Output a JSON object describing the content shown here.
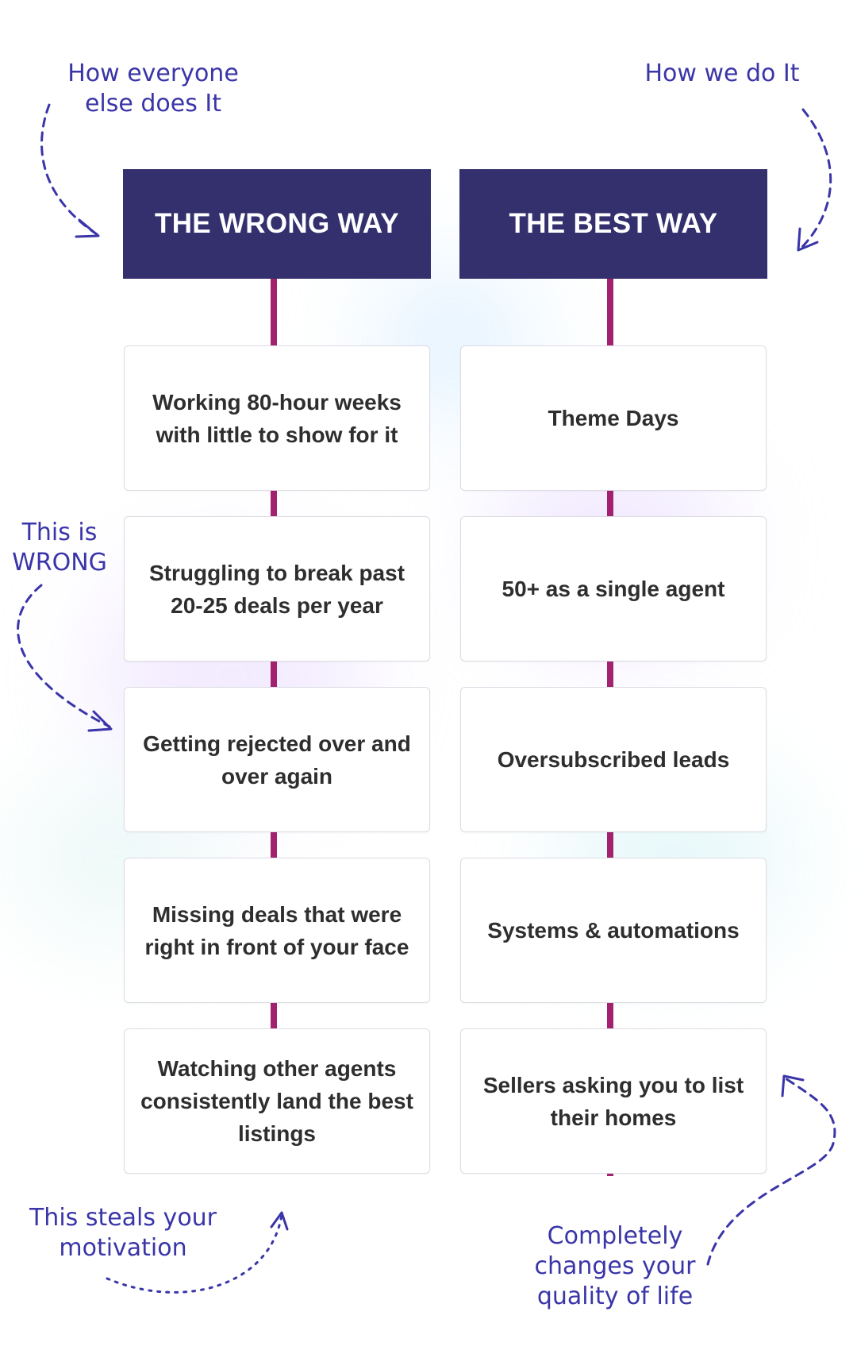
{
  "colors": {
    "header_bg": "#33306d",
    "connector": "#a3226f",
    "annotation": "#3a35a8",
    "card_text": "#2e2e2e"
  },
  "annotations": {
    "top_left": [
      "How everyone",
      "else does It"
    ],
    "top_right": "How we do It",
    "mid_left": [
      "This is",
      "WRONG"
    ],
    "bottom_left": [
      "This steals your",
      "motivation"
    ],
    "bottom_right": [
      "Completely",
      "changes your",
      "quality of life"
    ]
  },
  "columns": [
    {
      "title": "THE WRONG WAY",
      "items": [
        "Working 80-hour weeks with little to show for it",
        "Struggling to break past 20-25 deals per year",
        "Getting rejected over and over again",
        "Missing deals that were right in front of your face",
        "Watching other agents consistently land the best listings"
      ]
    },
    {
      "title": "THE BEST WAY",
      "items": [
        "Theme Days",
        "50+ as a single agent",
        "Oversubscribed leads",
        "Systems & automations",
        "Sellers asking you to list their homes"
      ]
    }
  ]
}
